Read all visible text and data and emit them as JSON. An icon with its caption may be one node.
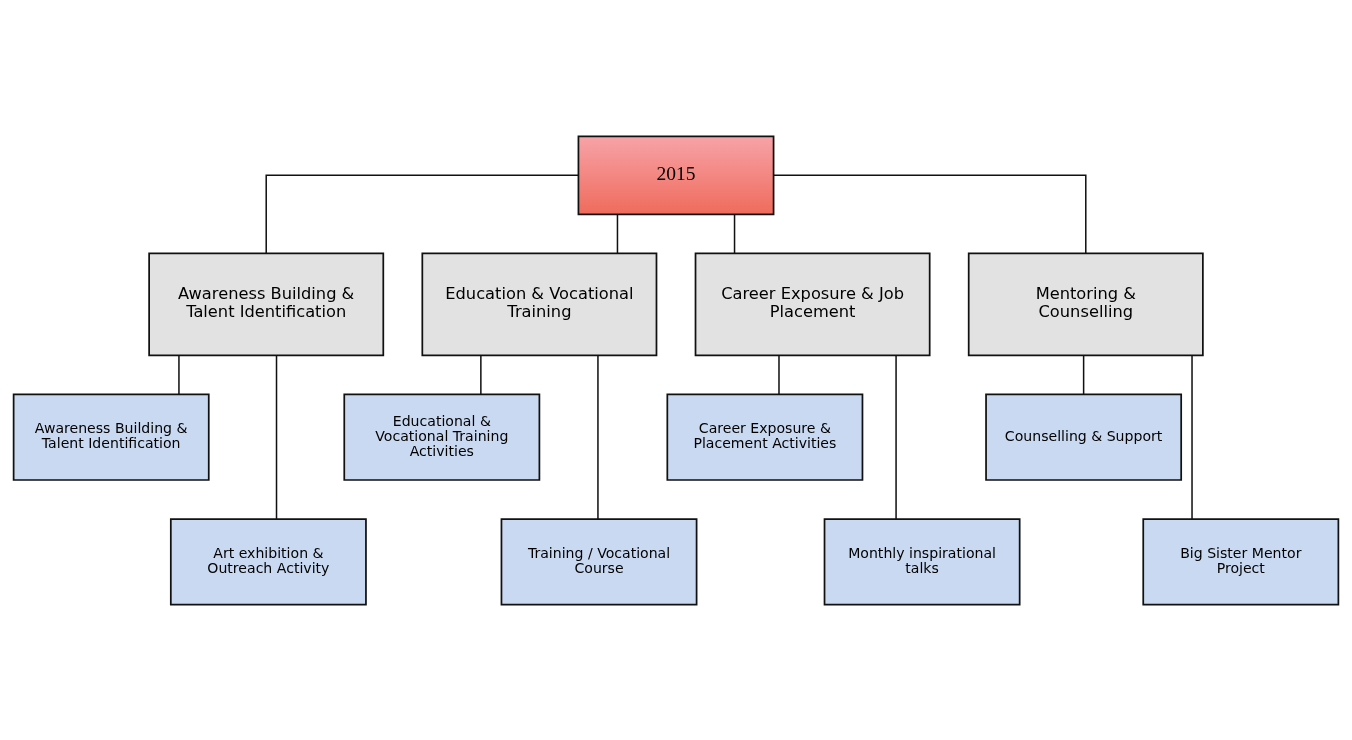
{
  "diagram": {
    "nodes": [
      {
        "text": [
          "2015"
        ]
      },
      {
        "text": [
          "Awareness Building & Talent Identification"
        ]
      },
      {
        "text": [
          "Education & Vocational Training"
        ]
      },
      {
        "text": [
          "Career Exposure & Job Placement"
        ]
      },
      {
        "text": [
          "Mentoring & Counselling"
        ]
      },
      {
        "text": [
          "Awareness Building & Talent Identification"
        ]
      },
      {
        "text": [
          "Art exhibition & Outreach Activity"
        ]
      },
      {
        "text": [
          "Educational & Vocational Training Activities"
        ]
      },
      {
        "text": [
          "Training / Vocational Course"
        ]
      },
      {
        "text": [
          "Career Exposure & Placement Activities"
        ]
      },
      {
        "text": [
          "Monthly inspirational talks"
        ]
      },
      {
        "text": [
          "Counselling & Support"
        ]
      },
      {
        "text": [
          "Big Sister Mentor Project"
        ]
      }
    ],
    "edges": [
      {
        "from": 0,
        "to": 1,
        "arrow": "none"
      },
      {
        "from": 0,
        "to": 2,
        "arrow": "none"
      },
      {
        "from": 0,
        "to": 3,
        "arrow": "none"
      },
      {
        "from": 0,
        "to": 4,
        "arrow": "none"
      },
      {
        "from": 1,
        "to": 5,
        "arrow": "none"
      },
      {
        "from": 1,
        "to": 6,
        "arrow": "none"
      },
      {
        "from": 2,
        "to": 7,
        "arrow": "none"
      },
      {
        "from": 2,
        "to": 8,
        "arrow": "none"
      },
      {
        "from": 3,
        "to": 9,
        "arrow": "none"
      },
      {
        "from": 3,
        "to": 10,
        "arrow": "none"
      },
      {
        "from": 4,
        "to": 11,
        "arrow": "none"
      },
      {
        "from": 4,
        "to": 12,
        "arrow": "none"
      }
    ]
  }
}
